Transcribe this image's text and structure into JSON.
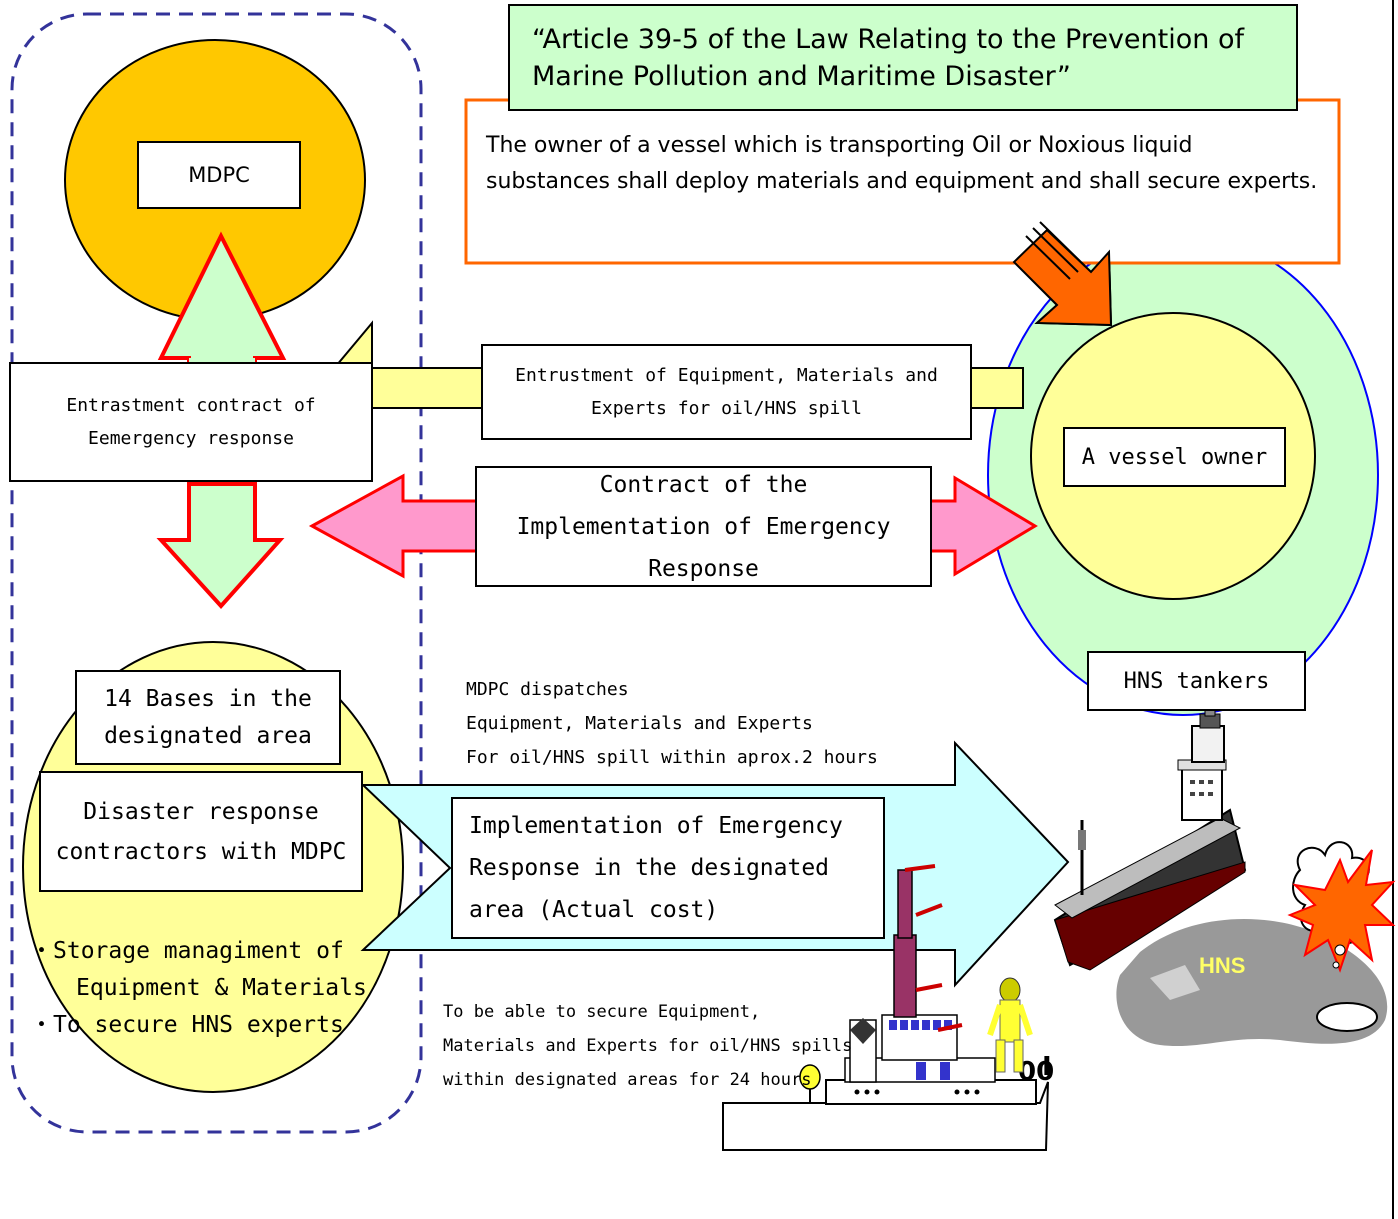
{
  "article": {
    "title": "“Article 39-5 of the Law Relating to the Prevention of Marine Pollution and Maritime Disaster”",
    "body": "The owner of a vessel which is transporting Oil or Noxious liquid substances shall deploy materials and equipment and shall secure experts."
  },
  "mdpc": {
    "label": "MDPC"
  },
  "entrust_contract": {
    "text": "Entrastment contract of Eemergency response"
  },
  "entrust_equipment": {
    "text": "Entrustment of Equipment, Materials and Experts for oil/HNS spill"
  },
  "implementation_contract": {
    "text": "Contract of the Implementation of Emergency Response"
  },
  "vessel_owner": {
    "label": "A vessel owner"
  },
  "hns_tankers": {
    "label": "HNS tankers"
  },
  "bases": {
    "label": "14 Bases in the designated area"
  },
  "contractors": {
    "label": "Disaster response contractors with MDPC"
  },
  "dispatch_note": {
    "line1": "MDPC dispatches",
    "line2": "Equipment, Materials and Experts",
    "line3": "For oil/HNS spill within aprox.2 hours"
  },
  "implementation": {
    "text": "Implementation of Emergency Response in the designated area (Actual cost)"
  },
  "bullets": {
    "item1_line1": "・Storage managiment of",
    "item1_line2": "Equipment & Materials",
    "item2": "・To secure HNS experts"
  },
  "secure_note": {
    "line1": "To be able to secure Equipment,",
    "line2": "Materials and Experts for oil/HNS spills",
    "line3": "within designated areas for 24 hours"
  },
  "hns_label": "HNS",
  "colors": {
    "mdpc_circle": "#FFC800",
    "yellow_light": "#FFFF99",
    "green_light": "#CCFFCC",
    "cyan_light": "#CCFFFF",
    "pink": "#FF99CC",
    "orange": "#FF6600",
    "red": "#FF0000",
    "navy_dash": "#33339A",
    "blue_oval": "#0000FF"
  }
}
